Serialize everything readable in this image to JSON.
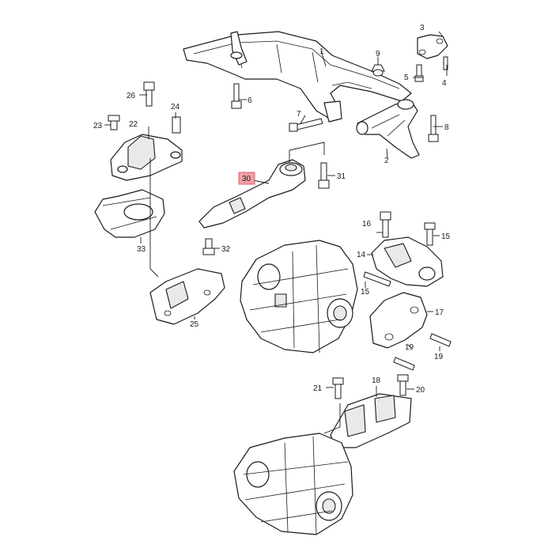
{
  "diagram": {
    "highlight_color": "#f4a0a6",
    "line_color": "#1a1a1a",
    "callouts": [
      {
        "id": "c1",
        "label": "1"
      },
      {
        "id": "c2",
        "label": "2"
      },
      {
        "id": "c3",
        "label": "3"
      },
      {
        "id": "c4",
        "label": "4"
      },
      {
        "id": "c5",
        "label": "5"
      },
      {
        "id": "c6",
        "label": "6"
      },
      {
        "id": "c7",
        "label": "7"
      },
      {
        "id": "c8",
        "label": "8"
      },
      {
        "id": "c9",
        "label": "9"
      },
      {
        "id": "c14",
        "label": "14"
      },
      {
        "id": "c15a",
        "label": "15"
      },
      {
        "id": "c15b",
        "label": "15"
      },
      {
        "id": "c16",
        "label": "16"
      },
      {
        "id": "c17",
        "label": "17"
      },
      {
        "id": "c18",
        "label": "18"
      },
      {
        "id": "c19a",
        "label": "19"
      },
      {
        "id": "c19b",
        "label": "19"
      },
      {
        "id": "c20",
        "label": "20"
      },
      {
        "id": "c21",
        "label": "21"
      },
      {
        "id": "c22",
        "label": "22"
      },
      {
        "id": "c23",
        "label": "23"
      },
      {
        "id": "c24",
        "label": "24"
      },
      {
        "id": "c25",
        "label": "25"
      },
      {
        "id": "c26",
        "label": "26"
      },
      {
        "id": "c30",
        "label": "30",
        "highlighted": true
      },
      {
        "id": "c31",
        "label": "31"
      },
      {
        "id": "c32",
        "label": "32"
      },
      {
        "id": "c33",
        "label": "33"
      }
    ]
  }
}
